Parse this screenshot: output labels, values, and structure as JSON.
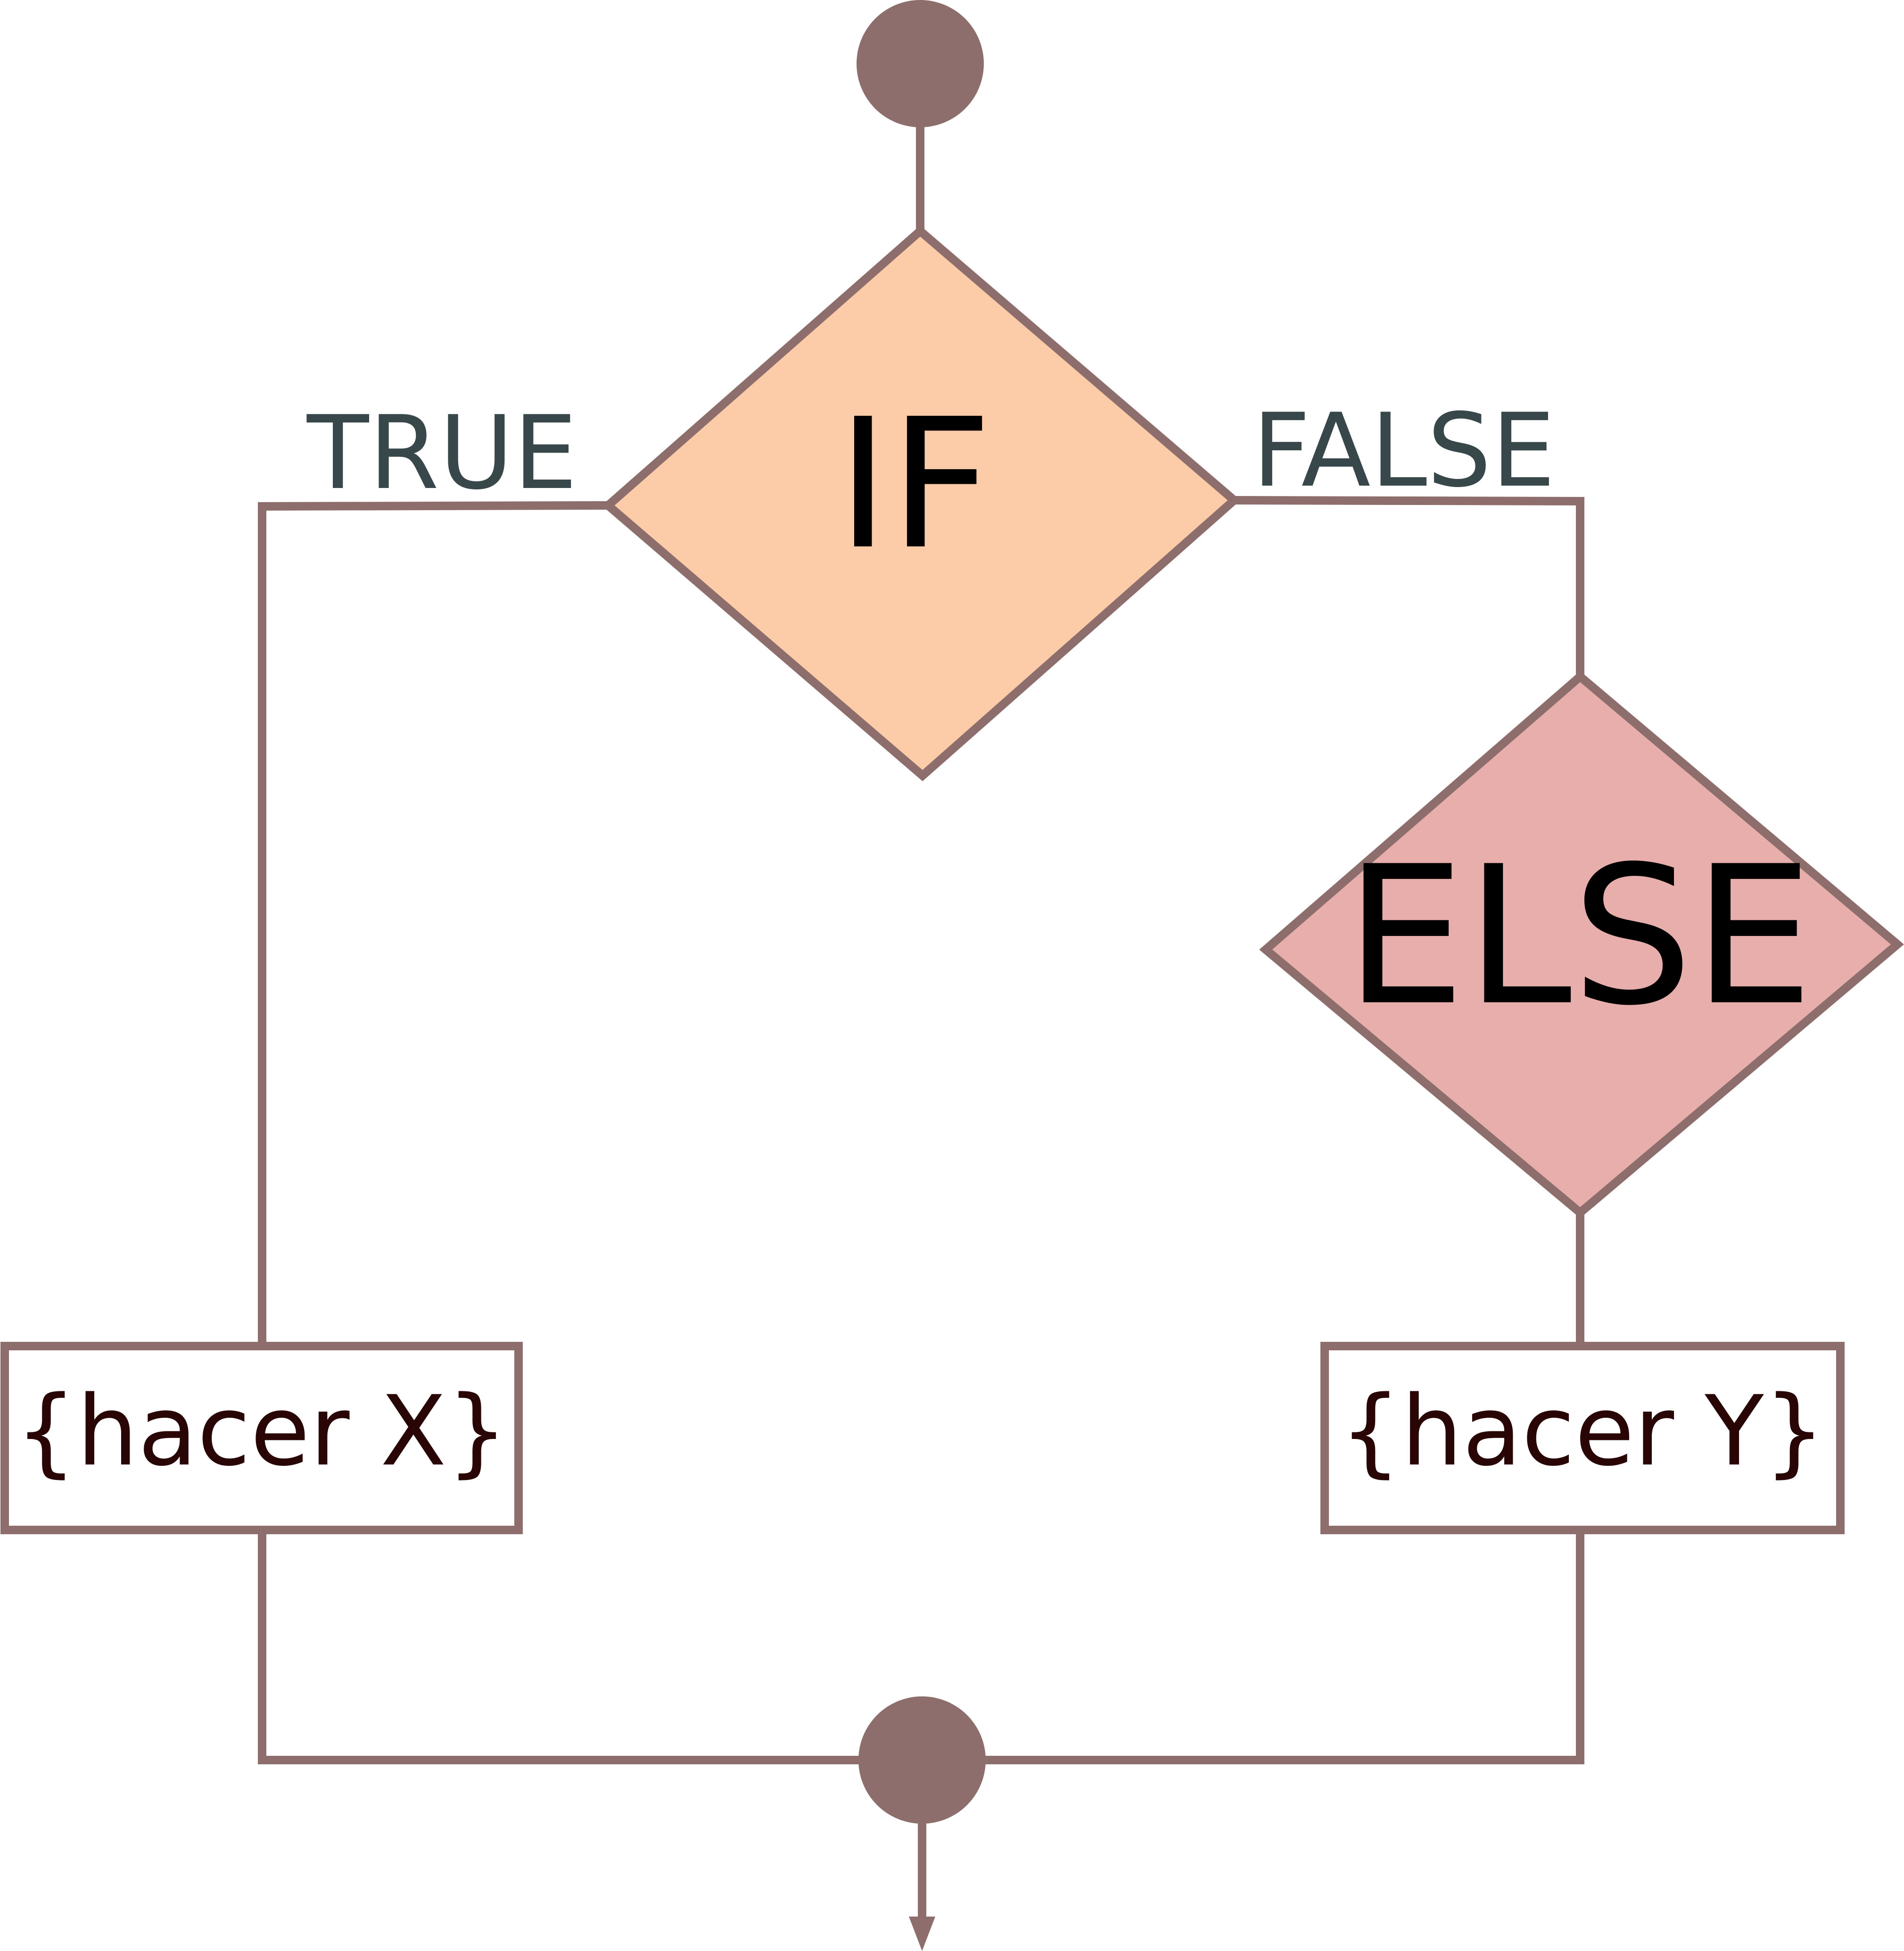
{
  "colors": {
    "stroke": "#8d6e6c",
    "node": "#8d6e6c",
    "if_fill": "#fccca9",
    "else_fill": "#e8aeac",
    "box_fill": "#ffffff",
    "branch_text": "#37474a",
    "diamond_text": "#000000",
    "box_text": "#2a0505"
  },
  "decision_if": {
    "label": "IF"
  },
  "decision_else": {
    "label": "ELSE"
  },
  "branches": {
    "true_label": "TRUE",
    "false_label": "FALSE"
  },
  "actions": {
    "x_label": "{hacer X}",
    "y_label": "{hacer Y}"
  },
  "nodes": {
    "start_shape": "filled-circle",
    "merge_shape": "filled-circle",
    "exit_marker": "arrow-down-icon"
  }
}
